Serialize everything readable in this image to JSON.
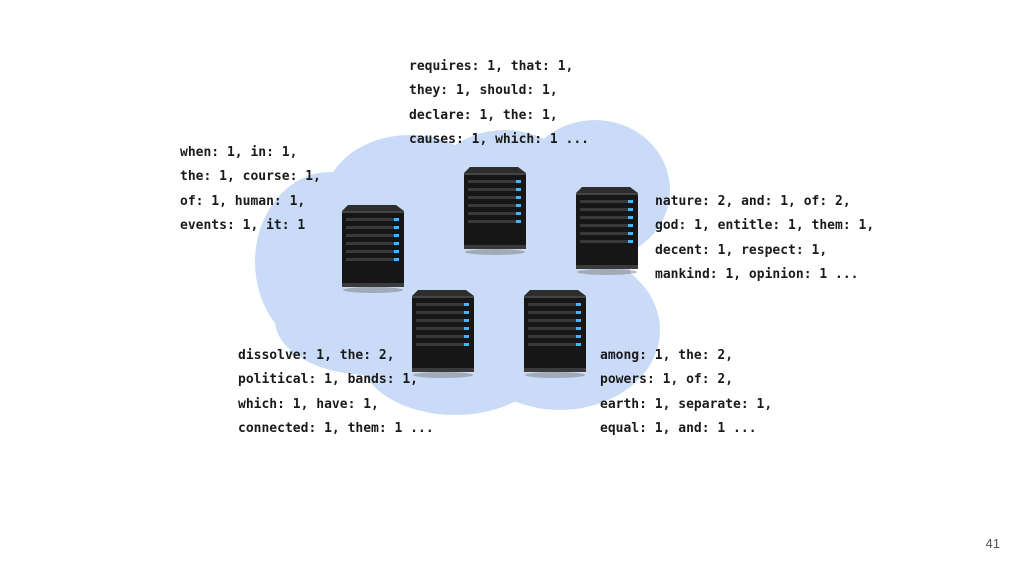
{
  "colors": {
    "cloud_fill": "#c9dbf7",
    "server_body": "#161616",
    "server_light": "#44b6ff",
    "text": "#1a1a1a"
  },
  "servers": [
    {
      "name": "server-top-center-icon"
    },
    {
      "name": "server-top-left-icon"
    },
    {
      "name": "server-top-right-icon"
    },
    {
      "name": "server-bottom-left-icon"
    },
    {
      "name": "server-bottom-right-icon"
    }
  ],
  "word_counts": {
    "top": [
      "requires: 1, that: 1,",
      "they: 1, should: 1,",
      "declare: 1, the: 1,",
      "causes: 1, which: 1 ..."
    ],
    "left": [
      "when: 1, in: 1,",
      "the: 1, course: 1,",
      "of: 1, human: 1,",
      "events: 1, it: 1"
    ],
    "right": [
      "nature: 2, and: 1, of: 2,",
      "god: 1, entitle: 1, them: 1,",
      "decent: 1, respect: 1,",
      "mankind: 1, opinion: 1 ..."
    ],
    "bottom_left": [
      "dissolve: 1, the: 2,",
      "political: 1, bands: 1,",
      "which: 1, have: 1,",
      "connected: 1, them: 1 ..."
    ],
    "bottom_right": [
      "among: 1, the: 2,",
      "powers: 1, of: 2,",
      "earth: 1, separate: 1,",
      "equal: 1, and: 1 ..."
    ]
  },
  "page_number": "41"
}
